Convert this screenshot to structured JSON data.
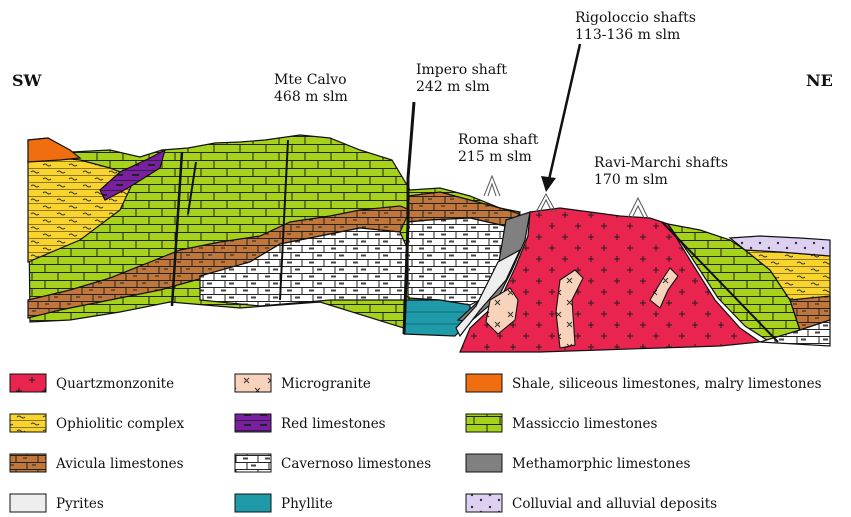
{
  "section": {
    "direction_left": "SW",
    "direction_right": "NE"
  },
  "labels": {
    "mte_calvo": {
      "line1": "Mte Calvo",
      "line2": "468 m slm"
    },
    "impero": {
      "line1": "Impero shaft",
      "line2": "242 m slm"
    },
    "rigoloccio": {
      "line1": "Rigoloccio shafts",
      "line2": "113-136 m slm"
    },
    "roma": {
      "line1": "Roma shaft",
      "line2": "215 m slm"
    },
    "ravi": {
      "line1": "Ravi-Marchi shafts",
      "line2": "170 m slm"
    }
  },
  "legend": [
    {
      "id": "quartzmonzonite",
      "label": "Quartzmonzonite",
      "color": "#e8244f",
      "icon": "cross-pattern"
    },
    {
      "id": "micrigranite",
      "label": "Microgranite",
      "color": "#f7d3bc",
      "icon": "x-pattern"
    },
    {
      "id": "shale",
      "label": "Shale, siliceous limestones, malry limestones",
      "color": "#f06e0f",
      "icon": "solid"
    },
    {
      "id": "ophiolitic",
      "label": "Ophiolitic complex",
      "color": "#f9d42e",
      "icon": "wave-pattern"
    },
    {
      "id": "red_limestones",
      "label": "Red limestones",
      "color": "#7b1fa2",
      "icon": "dash-pattern"
    },
    {
      "id": "massiccio",
      "label": "Massiccio limestones",
      "color": "#a6d21c",
      "icon": "brick-pattern"
    },
    {
      "id": "avicula",
      "label": "Avicula limestones",
      "color": "#c2773a",
      "icon": "brick-tick-pattern"
    },
    {
      "id": "cavernoso",
      "label": "Cavernoso limestones",
      "color": "#ffffff",
      "icon": "brick-dash-pattern"
    },
    {
      "id": "methamorphic",
      "label": "Methamorphic limestones",
      "color": "#808080",
      "icon": "solid"
    },
    {
      "id": "pyrites",
      "label": "Pyrites",
      "color": "#eeeeee",
      "icon": "solid"
    },
    {
      "id": "phyllite",
      "label": "Phyllite",
      "color": "#1e9aa8",
      "icon": "solid"
    },
    {
      "id": "colluvial",
      "label": "Colluvial and alluvial deposits",
      "color": "#ddd0f0",
      "icon": "dot-pattern"
    }
  ]
}
